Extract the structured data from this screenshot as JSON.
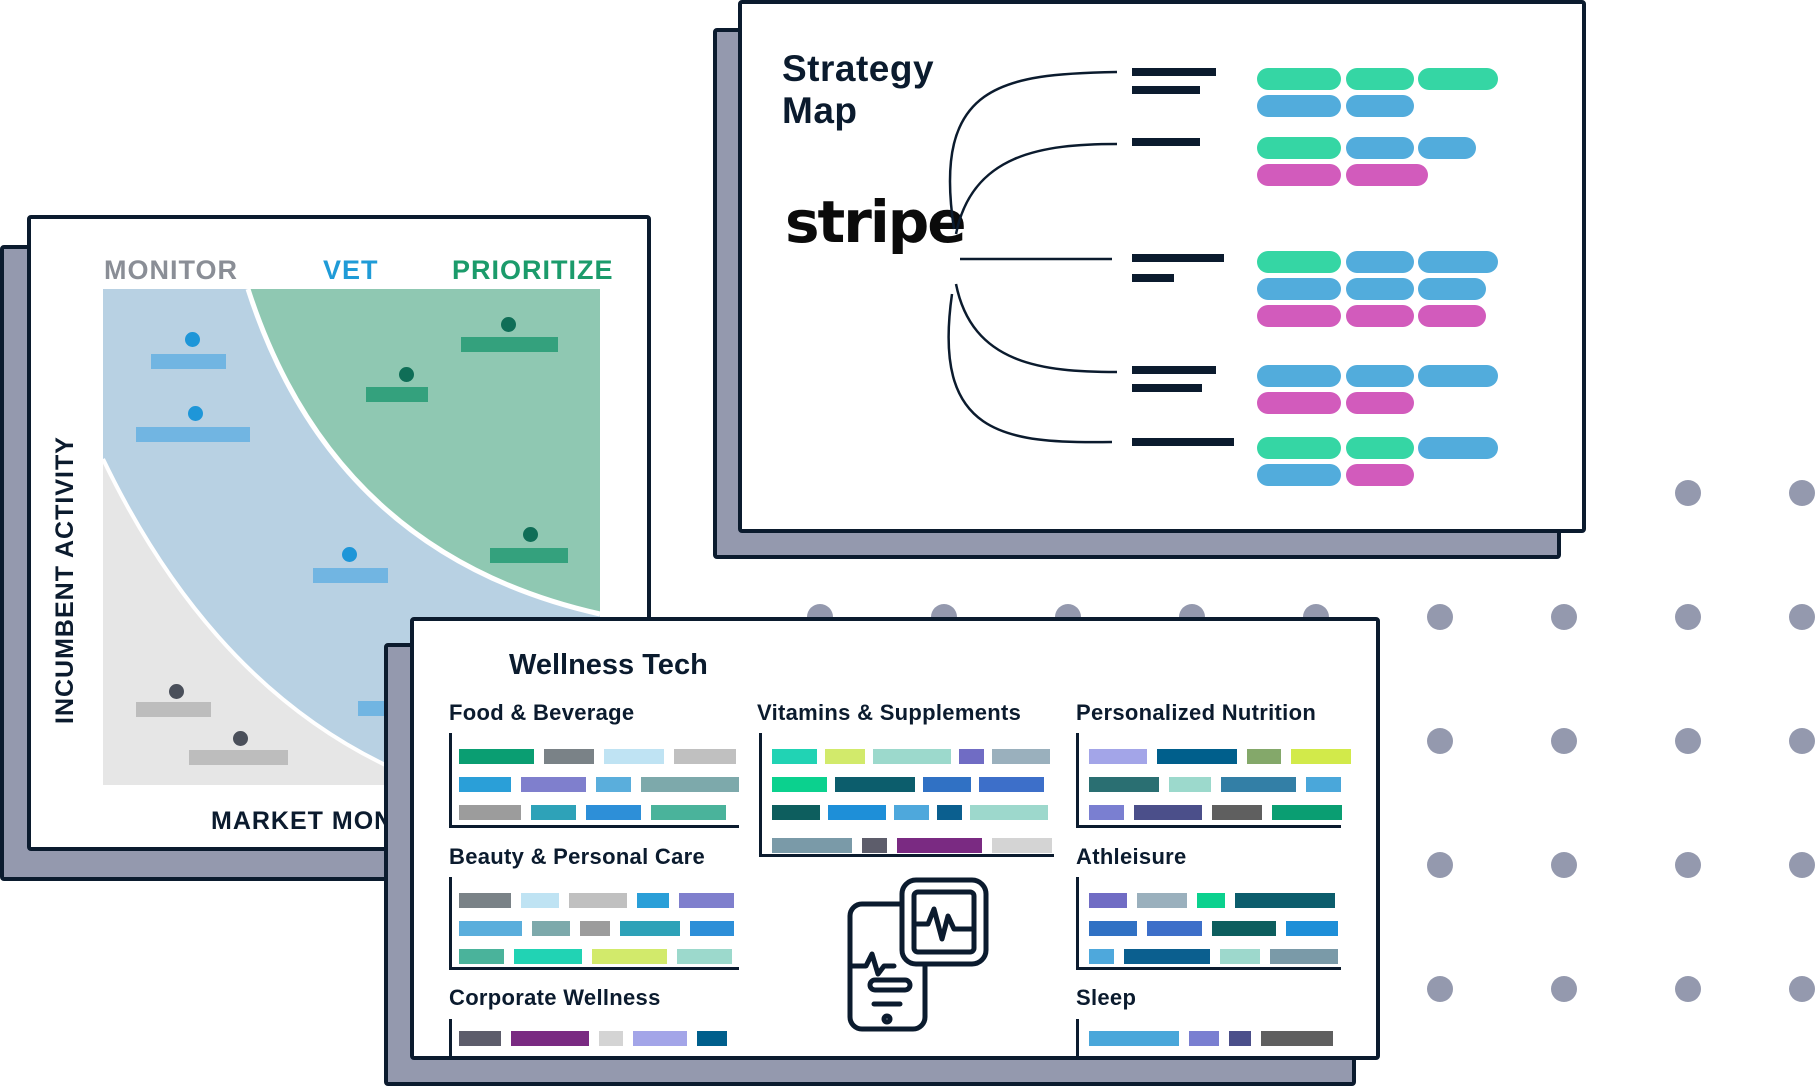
{
  "matrix_card": {
    "columns": [
      "MONITOR",
      "VET",
      "PRIORITIZE"
    ],
    "column_colors": [
      "#8a8e96",
      "#1f9bd7",
      "#1b9b6b"
    ],
    "y_axis_label": "INCUMBENT ACTIVITY",
    "x_axis_label": "MARKET MOMENTUM",
    "x_axis_visible_text": "MARKET MON",
    "zone_colors": {
      "monitor": "#e6e6e6",
      "vet": "#b8d1e3",
      "prioritize": "#8fc8b2"
    }
  },
  "strategy_card": {
    "title_line1": "Strategy",
    "title_line2": "Map",
    "logo": "stripe",
    "pill_colors": {
      "green": "#35d6a4",
      "blue": "#52acdc",
      "magenta": "#d25bbc"
    }
  },
  "wellness_card": {
    "title": "Wellness Tech",
    "categories": [
      "Food & Beverage",
      "Vitamins & Supplements",
      "Personalized Nutrition",
      "Beauty & Personal Care",
      "Athleisure",
      "Corporate Wellness",
      "Sleep"
    ],
    "center_icon": "mobile-health-monitor-icon"
  }
}
